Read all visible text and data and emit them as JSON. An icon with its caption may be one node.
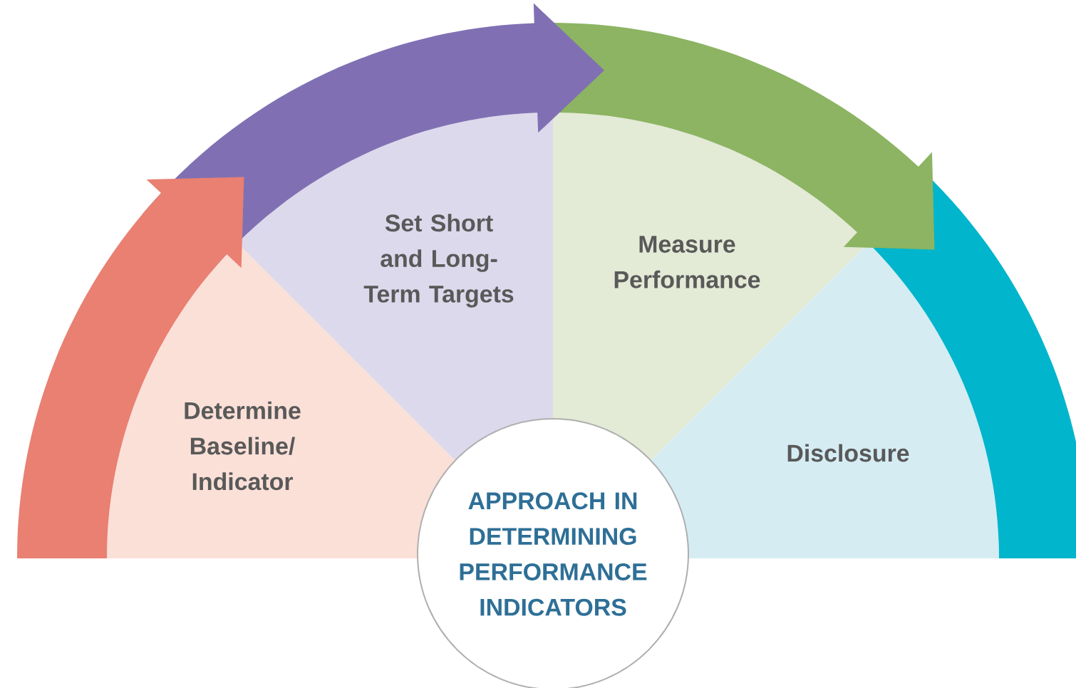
{
  "diagram": {
    "nodes": [
      {
        "text": [
          "Determine Baseline/ Indicator"
        ]
      },
      {
        "text": [
          "Set Short and Long-Term Targets"
        ]
      },
      {
        "text": [
          "Measure Performance"
        ]
      },
      {
        "text": [
          "Disclosure"
        ]
      },
      {
        "text": [
          "APPROACH IN DETERMINING PERFORMANCE INDICATORS"
        ]
      },
      {
        "text": [],
        "shape": "band"
      }
    ],
    "edges": [
      {
        "from": 0,
        "to": 1,
        "arrow": "to",
        "color": "#e98072"
      },
      {
        "from": 1,
        "to": 2,
        "arrow": "to",
        "color": "#8070b3"
      },
      {
        "from": 2,
        "to": 3,
        "arrow": "to",
        "color": "#8cb462"
      }
    ]
  }
}
